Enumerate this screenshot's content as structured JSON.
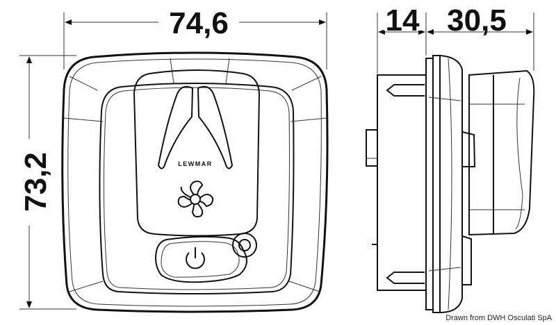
{
  "dimensions": {
    "width": "74,6",
    "height": "73,2",
    "depth_rear": "14",
    "depth_front": "30,5"
  },
  "logo_text": "LEWMAR",
  "credit": "Drawn from DWH Osculati SpA",
  "colors": {
    "line": "#111111",
    "background": "#ffffff"
  }
}
